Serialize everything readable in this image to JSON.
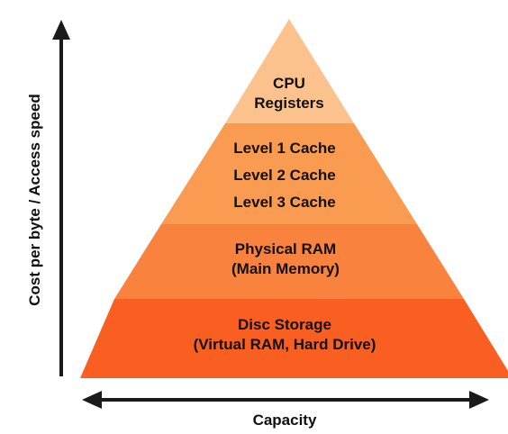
{
  "diagram": {
    "tiers": [
      {
        "lines": [
          "CPU",
          "Registers"
        ],
        "color": "#fcc28e"
      },
      {
        "lines": [
          "Level 1 Cache",
          "Level 2 Cache",
          "Level 3 Cache"
        ],
        "color": "#f99b50"
      },
      {
        "lines": [
          "Physical RAM",
          "(Main Memory)"
        ],
        "color": "#f9823f"
      },
      {
        "lines": [
          "Disc Storage",
          "(Virtual RAM, Hard Drive)"
        ],
        "color": "#f85f21"
      }
    ],
    "y_axis_label": "Cost per byte / Access speed",
    "x_axis_label": "Capacity",
    "arrow_color": "#1a1a1a"
  }
}
